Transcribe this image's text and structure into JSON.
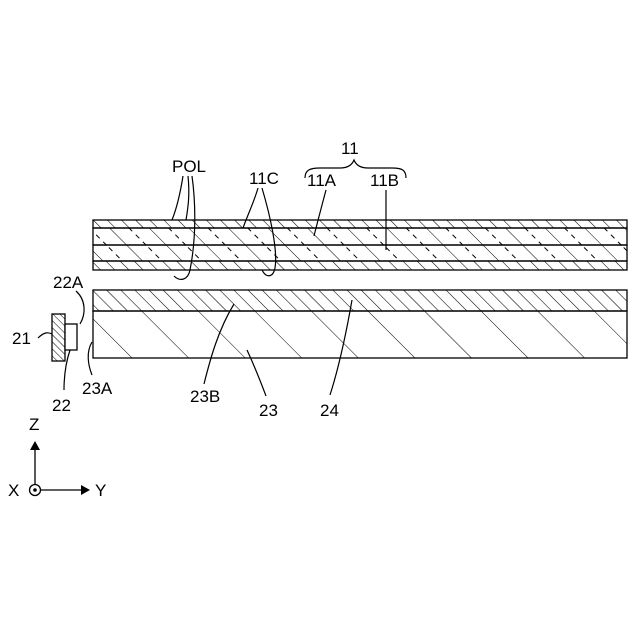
{
  "labels": {
    "pol": "POL",
    "ref_11": "11",
    "ref_11c": "11C",
    "ref_11a": "11A",
    "ref_11b": "11B",
    "ref_22a": "22A",
    "ref_21": "21",
    "ref_22": "22",
    "ref_23a": "23A",
    "ref_23b": "23B",
    "ref_23": "23",
    "ref_24": "24"
  },
  "axes": {
    "z": "Z",
    "x": "X",
    "y": "Y"
  }
}
